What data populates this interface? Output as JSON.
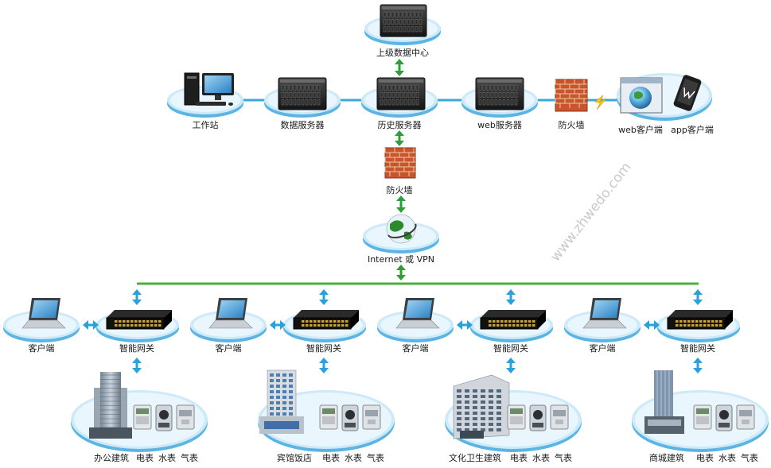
{
  "top": {
    "datacenter": "上级数据中心",
    "workstation": "工作站",
    "data_server": "数据服务器",
    "history_server": "历史服务器",
    "web_server": "web服务器",
    "firewall_right": "防火墙",
    "web_client": "web客户端",
    "app_client": "app客户端",
    "firewall_mid": "防火墙",
    "internet": "Internet 或 VPN"
  },
  "watermark": "www.zhwedo.com",
  "sites": [
    {
      "client": "客户端",
      "gateway": "智能网关",
      "building": "办公建筑",
      "meters": [
        "电表",
        "水表",
        "气表"
      ]
    },
    {
      "client": "客户端",
      "gateway": "智能网关",
      "building": "宾馆饭店",
      "meters": [
        "电表",
        "水表",
        "气表"
      ]
    },
    {
      "client": "客户端",
      "gateway": "智能网关",
      "building": "文化卫生建筑",
      "meters": [
        "电表",
        "水表",
        "气表"
      ]
    },
    {
      "client": "客户端",
      "gateway": "智能网关",
      "building": "商城建筑",
      "meters": [
        "电表",
        "水表",
        "气表"
      ]
    }
  ],
  "colors": {
    "platform_top": "#cdeaf8",
    "platform_side": "#5bb5e4",
    "link_line": "#3aa8dc",
    "bus_line": "#4caf3c",
    "green_arrow": "#2e9e3a",
    "blue_arrow": "#2aa0dc",
    "brick": "#c9552c"
  }
}
